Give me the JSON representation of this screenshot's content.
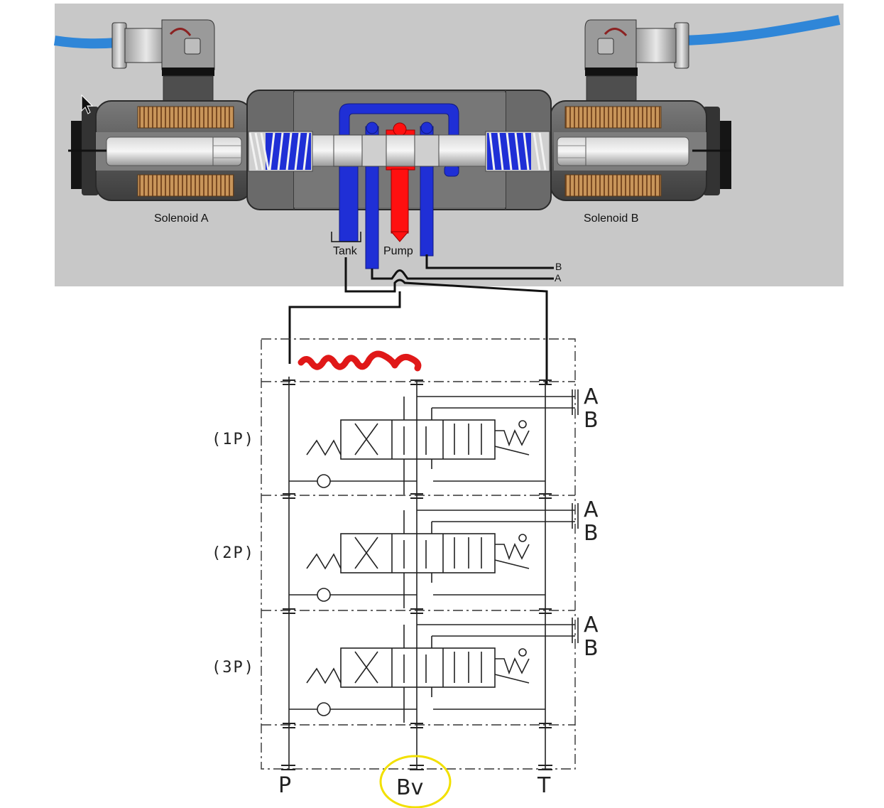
{
  "valve": {
    "solenoid_a_label": "Solenoid A",
    "solenoid_b_label": "Solenoid B",
    "tank_label": "Tank",
    "pump_label": "Pump",
    "port_b_label": "B",
    "port_a_label": "A"
  },
  "schematic": {
    "sections": [
      {
        "label": "(1P)",
        "port_a": "A",
        "port_b": "B"
      },
      {
        "label": "(2P)",
        "port_a": "A",
        "port_b": "B"
      },
      {
        "label": "(3P)",
        "port_a": "A",
        "port_b": "B"
      }
    ],
    "port_p": "P",
    "port_bv": "Bv",
    "port_t": "T"
  },
  "colors": {
    "panel_bg": "#c8c8c8",
    "body_dark": "#4a4a4a",
    "body_mid": "#6a6a6a",
    "tank_line": "#1f2fd6",
    "pump_line": "#ff1010",
    "hose": "#2f86d8",
    "coil": "#c8955a",
    "scribble": "#e01818",
    "highlight_circle": "#f2e000"
  }
}
